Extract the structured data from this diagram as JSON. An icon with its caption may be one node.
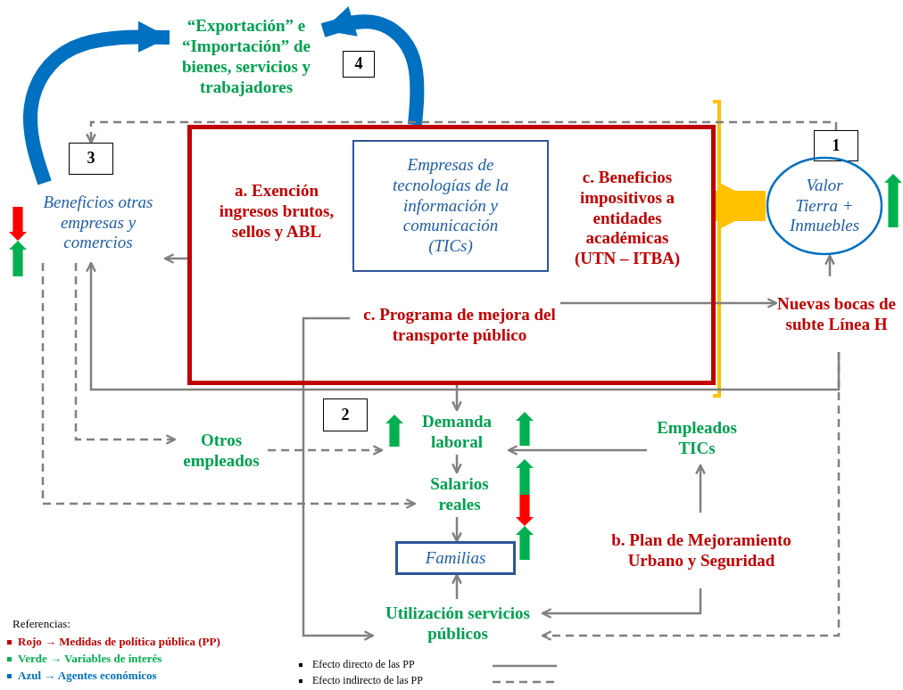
{
  "diagram": {
    "nodes": [
      {
        "text": [
          "“Exportación” e “Importación” de bienes, servicios y trabajadores"
        ]
      },
      {
        "text": [
          "4"
        ]
      },
      {
        "text": [
          "3"
        ]
      },
      {
        "text": [
          "Beneficios otras empresas y comercios"
        ]
      },
      {
        "text": [],
        "shape": "box"
      },
      {
        "text": [
          "a. Exención ingresos brutos, sellos y ABL"
        ],
        "in": 4
      },
      {
        "text": [
          "*Empresas de tecnologías de la información y comunicación* (TICs)"
        ],
        "in": 4
      },
      {
        "text": [
          "c. Beneficios impositivos a entidades académicas (UTN – ITBA)"
        ],
        "in": 4
      },
      {
        "text": [
          "c. Programa de mejora del transporte público"
        ],
        "in": 4
      },
      {
        "text": [
          "1"
        ]
      },
      {
        "text": [
          "Valor Tierra + Inmuebles"
        ]
      },
      {
        "text": [
          "Nuevas bocas de subte Línea H"
        ]
      },
      {
        "text": [
          "2"
        ]
      },
      {
        "text": [
          "Demanda laboral"
        ]
      },
      {
        "text": [
          "Otros empleados"
        ]
      },
      {
        "text": [
          "Empleados TICs"
        ]
      },
      {
        "text": [
          "Salarios reales"
        ]
      },
      {
        "text": [
          "Familias"
        ]
      },
      {
        "text": [
          "b. Plan de Mejoramiento Urbano y Seguridad"
        ]
      },
      {
        "text": [
          "Utilización servicios públicos"
        ]
      }
    ],
    "edges": [
      {
        "from": 3,
        "to": 0,
        "arrow": "to",
        "style": "thick",
        "color": "#0070c0"
      },
      {
        "from": 4,
        "to": 0,
        "arrow": "to",
        "style": "thick",
        "color": "#0070c0"
      },
      {
        "from": 4,
        "to": 3,
        "arrow": "to"
      },
      {
        "from": 9,
        "to": 2,
        "arrow": "to",
        "style": "dashed"
      },
      {
        "from": 11,
        "to": 3,
        "arrow": "to"
      },
      {
        "from": 4,
        "to": 13,
        "arrow": "to"
      },
      {
        "from": 11,
        "to": 10,
        "arrow": "to"
      },
      {
        "from": 8,
        "to": 11,
        "arrow": "to"
      },
      {
        "from": 8,
        "to": 19,
        "arrow": "to"
      },
      {
        "from": 3,
        "to": 14,
        "arrow": "to",
        "style": "dashed"
      },
      {
        "from": 3,
        "to": 16,
        "arrow": "to",
        "style": "dashed"
      },
      {
        "from": 14,
        "to": 13,
        "arrow": "to",
        "style": "dashed"
      },
      {
        "from": 13,
        "to": 16,
        "arrow": "to"
      },
      {
        "from": 16,
        "to": 17,
        "arrow": "to"
      },
      {
        "from": 19,
        "to": 17,
        "arrow": "to"
      },
      {
        "from": 15,
        "to": 13,
        "arrow": "to"
      },
      {
        "from": 18,
        "to": 15,
        "arrow": "to"
      },
      {
        "from": 18,
        "to": 19,
        "arrow": "to"
      },
      {
        "from": 11,
        "to": 19,
        "arrow": "to",
        "style": "dashed"
      },
      {
        "from": 4,
        "to": 10,
        "arrow": "to",
        "style": "thick",
        "color": "#ffc000"
      }
    ],
    "labels": [
      "Referencias:"
    ],
    "legend": [
      {
        "text": "Rojo → Medidas de política pública (PP)",
        "color": "#c00000"
      },
      {
        "text": "Verde → Variables de interés",
        "color": "#00b050"
      },
      {
        "text": "Azul → Agentes económicos",
        "color": "#0070c0"
      },
      {
        "text": "Efecto directo de las PP"
      },
      {
        "text": "Efecto indirecto de las PP"
      }
    ]
  }
}
